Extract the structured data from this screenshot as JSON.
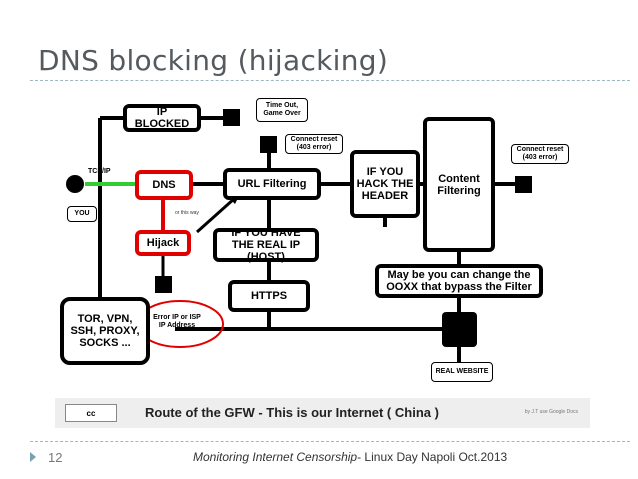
{
  "slide": {
    "title": "DNS blocking (hijacking)",
    "page_number": "12",
    "footer_italic": "Monitoring Internet Censorship",
    "footer_rest": "- Linux Day Napoli Oct.2013"
  },
  "diagram": {
    "ip_blocked": "IP BLOCKED",
    "timeout": "Time Out, Game Over",
    "connect_reset_1": "Connect reset (403 error)",
    "connect_reset_2": "Connect reset (403 error)",
    "tcpip": "TCP/IP",
    "you": "YOU",
    "dns": "DNS",
    "url_filtering": "URL Filtering",
    "hack_header": "IF YOU HACK THE HEADER",
    "content_filtering": "Content Filtering",
    "or_this_way": "or this way",
    "hijack": "Hijack",
    "real_ip": "IF YOU HAVE THE REAL IP (HOST)",
    "change_oxx": "May be you can change the OOXX that bypass the Filter",
    "https": "HTTPS",
    "error_ip": "Error IP or ISP IP Address",
    "tor": "TOR, VPN, SSH, PROXY, SOCKS ...",
    "real_website": "REAL WEBSITE",
    "banner": "Route of the GFW -  This is our Internet ( China )",
    "credit": "by J.T use Google Docs",
    "cc_badge": "cc"
  },
  "colors": {
    "accent_red": "#e00000",
    "accent_green": "#33cc33"
  }
}
